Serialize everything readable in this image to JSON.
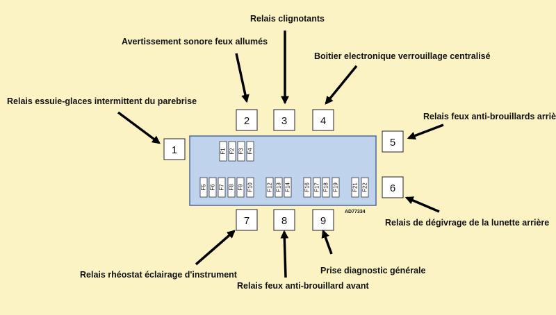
{
  "colors": {
    "background": "#fbf3c4",
    "fusebox": "#bfd3ec",
    "fusebox_border": "#4a6a9a",
    "fuse_blown": "#d93a3a"
  },
  "labels": {
    "l1": "Relais essuie-glaces intermittent du parebrise",
    "l2": "Avertissement sonore feux allumés",
    "l3": "Relais clignotants",
    "l4": "Boitier electronique verrouillage centralisé",
    "l5": "Relais feux anti-brouillards arrière",
    "l6": "Relais de dégivrage de la lunette arrière",
    "l7": "Relais rhéostat éclairage d'instrument",
    "l8": "Relais feux anti-brouillard avant",
    "l9": "Prise diagnostic générale"
  },
  "relays": [
    "1",
    "2",
    "3",
    "4",
    "5",
    "6",
    "7",
    "8",
    "9"
  ],
  "fuses_top": [
    "F1",
    "F2",
    "F3",
    "F4"
  ],
  "fuses_bottom": [
    "F5",
    "F6",
    "F7",
    "F8",
    "F9",
    "F10",
    "F12",
    "F13",
    "F14",
    "F16",
    "F17",
    "F18",
    "F19",
    "F21",
    "F22"
  ],
  "highlighted_fuse": "F1",
  "code": "AD77334"
}
